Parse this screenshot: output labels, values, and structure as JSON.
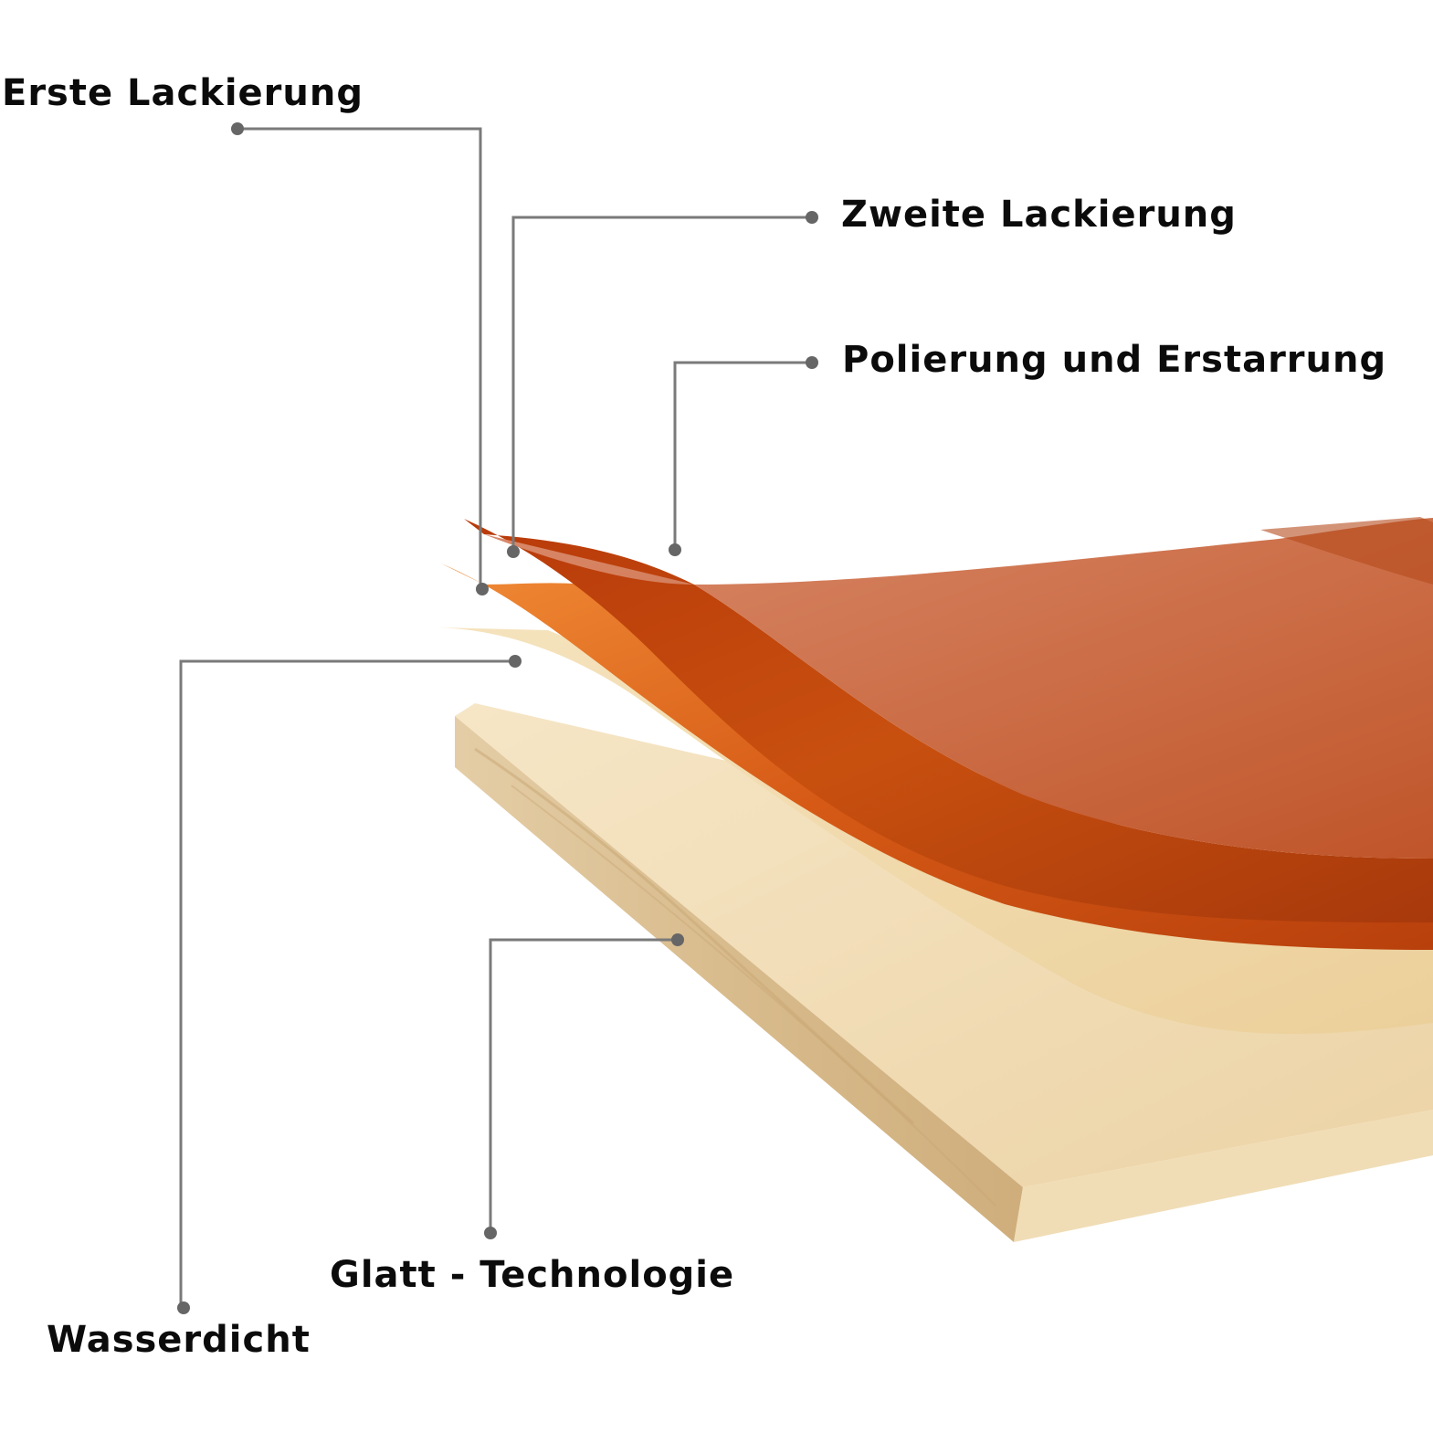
{
  "labels": {
    "erste": "Erste Lackierung",
    "zweite": "Zweite Lackierung",
    "polierung": "Polierung und Erstarrung",
    "glatt": "Glatt - Technologie",
    "wasserdicht": "Wasserdicht"
  },
  "colors": {
    "leader_line": "#7a7a7a",
    "leader_dot": "#666666",
    "board_face": "#f3dfb8",
    "board_edge": "#d9bf93",
    "cream_sheet": "#f1d9a8",
    "orange_sheet": "#d8581a",
    "top_sheet": "#c65a2a",
    "text": "#0b0b0b"
  }
}
